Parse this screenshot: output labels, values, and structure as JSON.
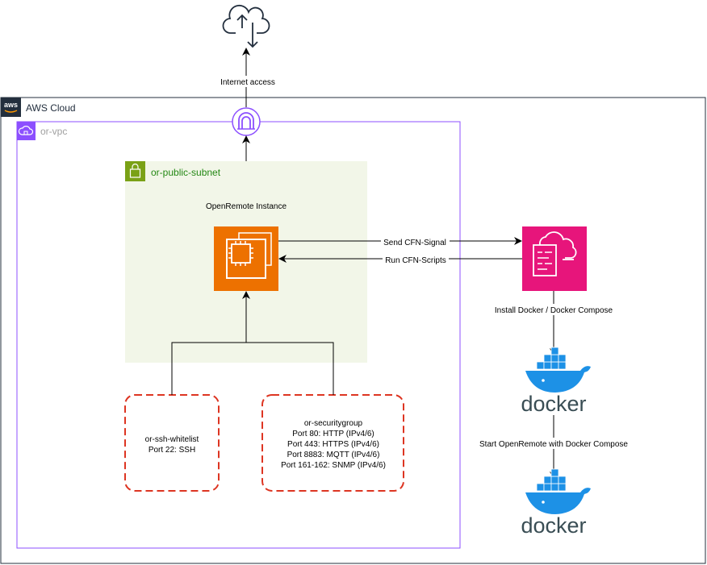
{
  "cloud": {
    "label": "AWS Cloud",
    "logo_text": "aws"
  },
  "vpc": {
    "label": "or-vpc"
  },
  "subnet": {
    "label": "or-public-subnet"
  },
  "instance": {
    "label": "OpenRemote Instance"
  },
  "internet": {
    "label": "Internet access"
  },
  "edges": {
    "send_signal": "Send CFN-Signal",
    "run_scripts": "Run CFN-Scripts",
    "install_docker": "Install Docker / Docker Compose",
    "start_openremote": "Start OpenRemote with Docker Compose"
  },
  "security_groups": {
    "ssh": {
      "lines": [
        "or-ssh-whitelist",
        "Port 22: SSH"
      ]
    },
    "main": {
      "lines": [
        "or-securitygroup",
        "Port 80: HTTP (IPv4/6)",
        "Port 443: HTTPS (IPv4/6)",
        "Port 8883: MQTT (IPv4/6)",
        "Port 161-162: SNMP (IPv4/6)"
      ]
    }
  },
  "docker": {
    "logo_text": "docker"
  },
  "colors": {
    "vpc_border": "#8c4fff",
    "subnet_fill": "#f2f6e8",
    "subnet_green": "#7aa116",
    "ec2_orange": "#ed7100",
    "cfn_pink": "#e7157b",
    "sg_red": "#dd3522",
    "docker_blue": "#1d91e6",
    "docker_text": "#394d54"
  },
  "icons": [
    "cloud-upload-download-icon",
    "internet-gateway-icon",
    "vpc-icon",
    "subnet-lock-icon",
    "ec2-chip-icon",
    "cloudformation-icon",
    "docker-whale-icon"
  ]
}
